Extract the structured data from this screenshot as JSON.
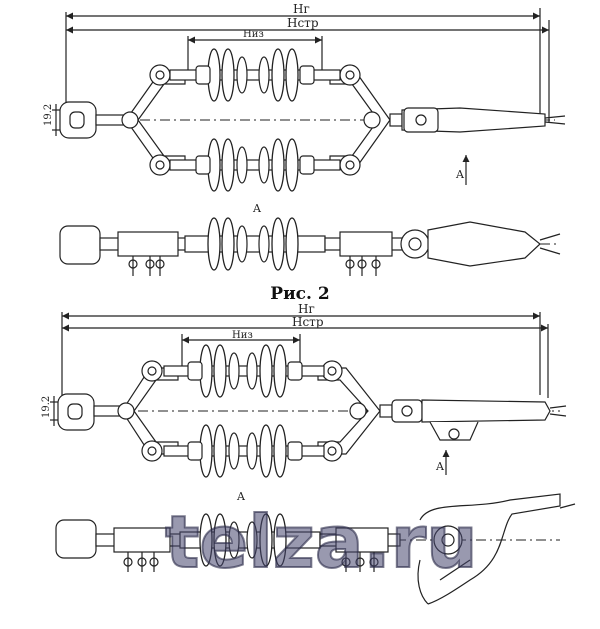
{
  "figure_caption": "Рис. 2",
  "watermark": "telza.ru",
  "labels": {
    "total_length": "Нг",
    "length_to_axis": "Нстр",
    "insulator_length": "Низ",
    "spacing": "19.2",
    "view_marker": "A"
  },
  "colors": {
    "line": "#222222",
    "background": "#ffffff"
  }
}
